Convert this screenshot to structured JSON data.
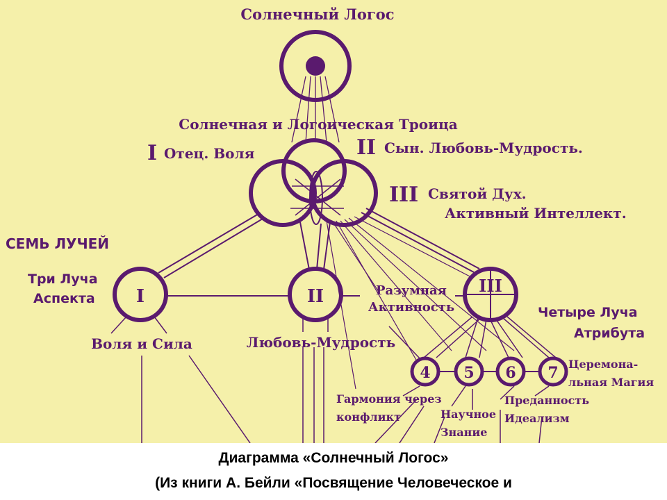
{
  "diagram": {
    "top_title": "Солнечный Логос",
    "trinity_title": "Солнечная и Логоическая Троица",
    "aspect1_numeral": "I",
    "aspect1_label": "Отец. Воля",
    "aspect2_numeral": "II",
    "aspect2_label": "Сын. Любовь-Мудрость.",
    "aspect3_numeral": "III",
    "aspect3_label_line1": "Святой Дух.",
    "aspect3_label_line2": "Активный Интеллект.",
    "seven_rays": "СЕМЬ ЛУЧЕЙ",
    "three_rays_line1": "Три Луча",
    "three_rays_line2": "Аспекта",
    "ray1_numeral": "I",
    "ray2_numeral": "II",
    "ray3_numeral": "III",
    "ray1_label": "Воля и Сила",
    "ray2_label": "Любовь-Мудрость",
    "ray3_label_line1": "Разумная",
    "ray3_label_line2": "Активность",
    "four_rays_line1": "Четыре Луча",
    "four_rays_line2": "Атрибута",
    "ray4_numeral": "4",
    "ray5_numeral": "5",
    "ray6_numeral": "6",
    "ray7_numeral": "7",
    "ray4_label_line1": "Гармония через",
    "ray4_label_line2": "конфликт",
    "ray5_label_line1": "Научное",
    "ray5_label_line2": "Знание",
    "ray6_label_line1": "Преданность",
    "ray6_label_line2": "Идеализм",
    "ray7_label_line1": "Церемона-",
    "ray7_label_line2": "льная Магия",
    "colors": {
      "ink": "#5a1a6e",
      "paper": "#f5f0aa"
    }
  },
  "caption": {
    "line1": "Диаграмма «Солнечный Логос»",
    "line2": "(Из книги А. Бейли «Посвящение Человеческое и"
  }
}
